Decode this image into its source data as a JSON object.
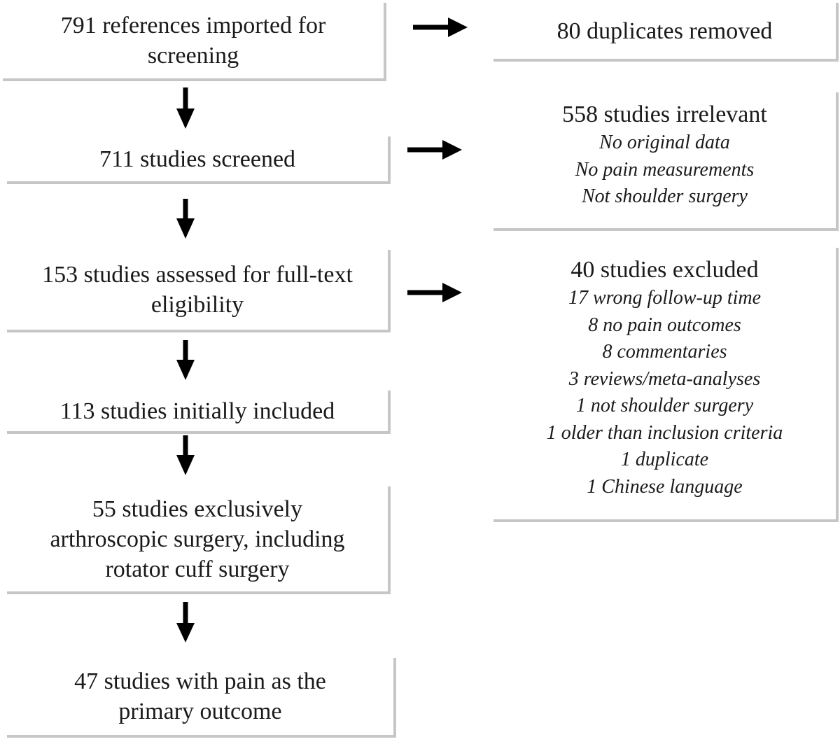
{
  "flow": {
    "steps": [
      {
        "text": "791 references imported for\nscreening"
      },
      {
        "text": "711 studies screened"
      },
      {
        "text": "153 studies assessed for full-text\neligibility"
      },
      {
        "text": "113 studies initially included"
      },
      {
        "text": "55 studies exclusively\narthroscopic surgery, including\nrotator cuff surgery"
      },
      {
        "text": "47 studies with pain as the\nprimary outcome"
      }
    ],
    "exclusions": [
      {
        "title": "80 duplicates removed",
        "items": []
      },
      {
        "title": "558 studies irrelevant",
        "items": [
          "No original data",
          "No pain measurements",
          "Not shoulder surgery"
        ]
      },
      {
        "title": "40 studies excluded",
        "items": [
          "17 wrong follow-up time",
          "8 no pain outcomes",
          "8 commentaries",
          "3 reviews/meta-analyses",
          "1 not shoulder surgery",
          "1 older than inclusion criteria",
          "1 duplicate",
          "1 Chinese language"
        ]
      }
    ]
  }
}
